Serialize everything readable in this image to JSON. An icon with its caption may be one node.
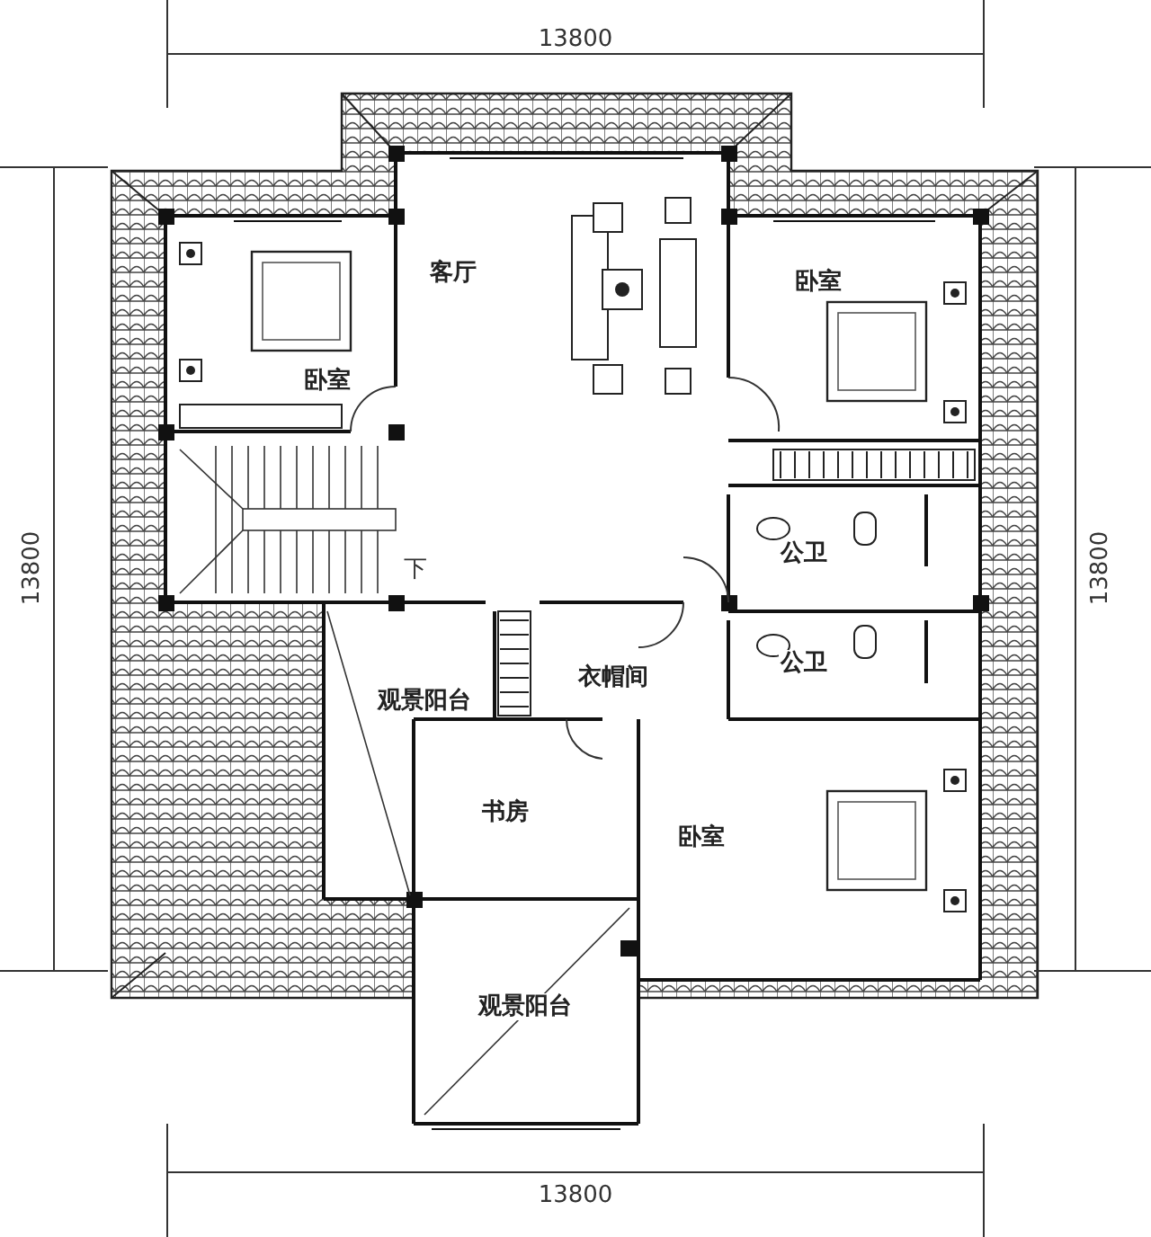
{
  "diagram": {
    "labels": [
      "13800",
      "客厅",
      "卧室",
      "卧室",
      "13800",
      "13800",
      "公卫",
      "下",
      "公卫",
      "衣帽间",
      "观景阳台",
      "书房",
      "卧室",
      "观景阳台",
      "13800"
    ]
  }
}
